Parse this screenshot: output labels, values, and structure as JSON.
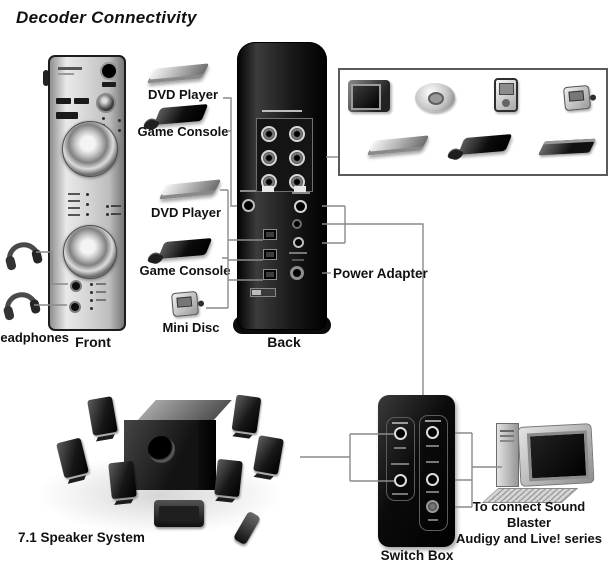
{
  "title": "Decoder Connectivity",
  "front_panel": {
    "label": "Front"
  },
  "back_panel": {
    "label": "Back",
    "power_adapter_label": "Power Adapter"
  },
  "headphones_label": "Headphones",
  "source_box": {
    "row1": [
      "TV",
      "CD Player",
      "Jukebox Zen",
      "Mini Disc"
    ],
    "row2": [
      "DVD Player",
      "Game Console",
      "VCR Player"
    ]
  },
  "coax_sources": [
    "DVD Player",
    "Game Console"
  ],
  "optical_sources": [
    "DVD Player",
    "Game Console",
    "Mini Disc"
  ],
  "speaker_system": {
    "label": "7.1 Speaker System"
  },
  "switch_box": {
    "label": "Switch Box"
  },
  "pc_note": {
    "line1": "To connect Sound Blaster",
    "line2": "Audigy and Live! series"
  },
  "colors": {
    "connector_line": "#8a8a8a",
    "label_text": "#111111",
    "source_box_border": "#5a5a5a"
  },
  "icon_names": [
    "dvd-player-icon",
    "game-console-icon",
    "mini-disc-icon",
    "tv-icon",
    "cd-player-icon",
    "jukebox-zen-icon",
    "vcr-player-icon",
    "headphones-icon",
    "subwoofer-icon",
    "satellite-speaker-icon",
    "center-speaker-icon",
    "remote-icon",
    "computer-icon",
    "rca-jack-icon",
    "optical-port-icon",
    "power-jack-icon"
  ]
}
